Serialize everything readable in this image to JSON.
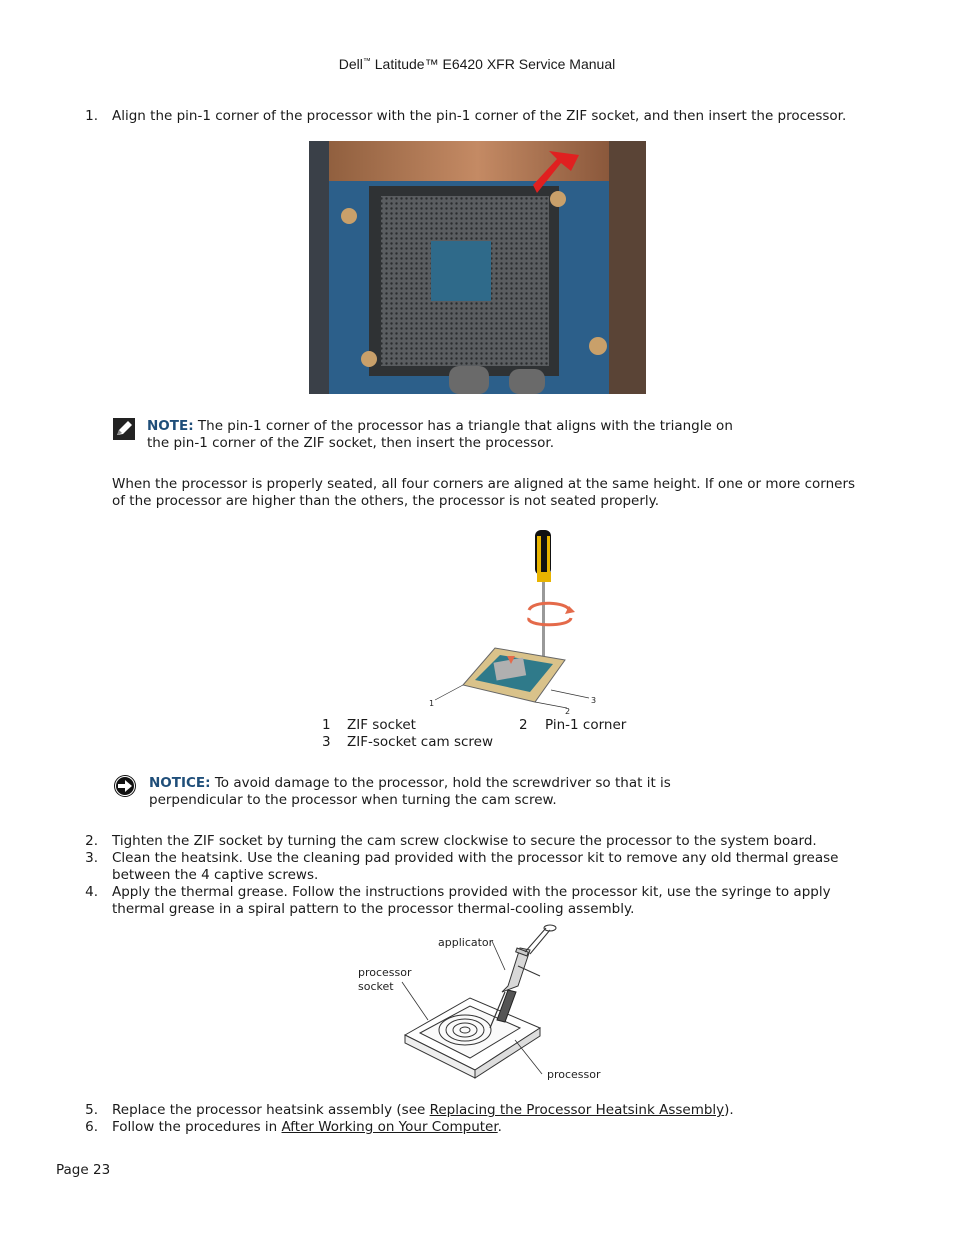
{
  "header": {
    "brand": "Dell",
    "tm": "™",
    "rest": " Latitude™ E6420 XFR Service Manual"
  },
  "steps": {
    "s1": {
      "num": "1.",
      "text": "Align the pin-1 corner of the processor with the pin-1 corner of the ZIF socket, and then insert the processor."
    },
    "s2": {
      "num": "2.",
      "text": "Tighten the ZIF socket by turning the cam screw clockwise to secure the processor to the system board."
    },
    "s3": {
      "num": "3.",
      "line1": "Clean the heatsink.  Use the cleaning pad provided with the processor kit to remove any old thermal grease",
      "line2": "between the 4 captive screws."
    },
    "s4": {
      "num": "4.",
      "line1": "Apply the thermal grease.  Follow the instructions provided with the processor kit, use the syringe to apply",
      "line2": "thermal grease in a spiral pattern to the processor thermal-cooling assembly."
    },
    "s5": {
      "num": "5.",
      "pre": "Replace the processor heatsink assembly (see ",
      "link": "Replacing the Processor Heatsink Assembly",
      "post": ")."
    },
    "s6": {
      "num": "6.",
      "pre": "Follow the procedures in ",
      "link": "After Working on Your Computer",
      "post": "."
    }
  },
  "note": {
    "label": "NOTE:",
    "line1": " The pin-1 corner of the processor has a triangle that aligns with the triangle on",
    "line2": "the pin-1 corner of the ZIF socket, then insert the processor."
  },
  "paragraph": {
    "line1": "When the processor is properly seated, all four corners are aligned at the same height. If one or more corners",
    "line2": "of the processor are higher than the others, the processor is not seated properly."
  },
  "callouts": [
    "1",
    "2",
    "3"
  ],
  "legend": [
    {
      "num": "1",
      "label": "ZIF socket"
    },
    {
      "num": "2",
      "label": "Pin-1 corner"
    },
    {
      "num": "3",
      "label": "ZIF-socket cam screw"
    }
  ],
  "notice": {
    "label": "NOTICE:",
    "line1": " To avoid damage to the processor, hold the screwdriver so that it is",
    "line2": "perpendicular to the processor when turning the cam screw."
  },
  "grease_figure": {
    "applicator": "applicator",
    "socket_line1": "processor",
    "socket_line2": "socket",
    "processor": "processor"
  },
  "footer": {
    "page": "Page 23"
  }
}
